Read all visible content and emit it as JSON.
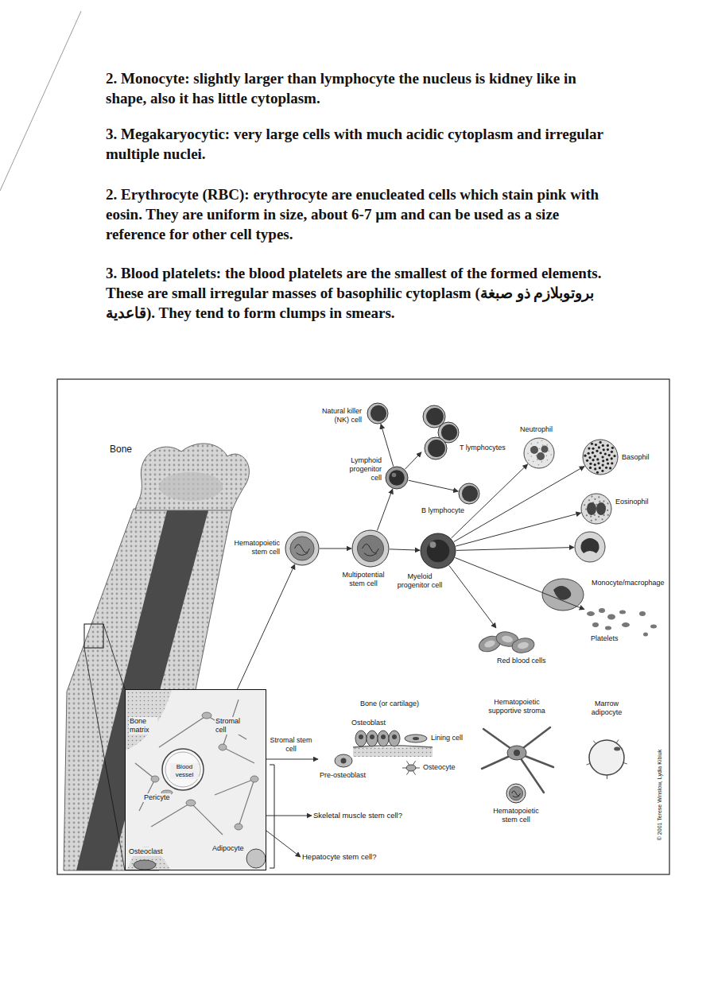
{
  "diagram": {
    "nodes": [
      {
        "text": [
          "Natural killer (NK) cell"
        ]
      },
      {
        "text": [
          "T lymphocytes"
        ]
      },
      {
        "text": [
          "Lymphoid progenitor cell"
        ]
      },
      {
        "text": [
          "Neutrophil"
        ]
      },
      {
        "text": [
          "Basophil"
        ]
      },
      {
        "text": [
          "B lymphocyte"
        ]
      },
      {
        "text": [
          "Eosinophil"
        ]
      },
      {
        "text": [
          "Hematopoietic stem cell"
        ]
      },
      {
        "text": [
          "Multipotential stem cell"
        ]
      },
      {
        "text": [
          "Myeloid progenitor cell"
        ]
      },
      {
        "text": [
          "Monocyte/macrophage"
        ]
      },
      {
        "text": [
          "Platelets"
        ]
      },
      {
        "text": [
          "Red blood cells"
        ]
      },
      {
        "text": [
          "Bone matrix",
          "Stromal cell",
          "Blood vessel",
          "Pericyte",
          "Osteoclast",
          "Adipocyte"
        ]
      },
      {
        "text": [
          "Bone (or cartilage)"
        ]
      },
      {
        "text": [
          "Osteoblast"
        ],
        "in": 14
      },
      {
        "text": [
          "Lining cell"
        ],
        "in": 14
      },
      {
        "text": [
          "Osteocyte"
        ],
        "in": 14
      },
      {
        "text": [
          "Pre-osteoblast"
        ],
        "in": 14
      },
      {
        "text": [
          "Hematopoietic supportive stroma"
        ]
      },
      {
        "text": [
          "Hematopoietic stem cell"
        ],
        "in": 19
      },
      {
        "text": [
          "Marrow adipocyte"
        ]
      },
      {
        "text": [
          "Skeletal muscle stem cell?"
        ]
      },
      {
        "text": [
          "Hepatocyte stem cell?"
        ]
      }
    ],
    "edges": [
      {
        "from": 7,
        "to": 8,
        "arrow": "to"
      },
      {
        "from": 8,
        "to": 2,
        "arrow": "to"
      },
      {
        "from": 8,
        "to": 9,
        "arrow": "to"
      },
      {
        "from": 2,
        "to": 0,
        "arrow": "to"
      },
      {
        "from": 2,
        "to": 1,
        "arrow": "to"
      },
      {
        "from": 2,
        "to": 5,
        "arrow": "to"
      },
      {
        "from": 9,
        "to": 3,
        "arrow": "to"
      },
      {
        "from": 9,
        "to": 4,
        "arrow": "to"
      },
      {
        "from": 9,
        "to": 6,
        "arrow": "to"
      },
      {
        "from": 9,
        "to": 10,
        "arrow": "to"
      },
      {
        "from": 9,
        "to": 11,
        "arrow": "to"
      },
      {
        "from": 9,
        "to": 12,
        "arrow": "to"
      },
      {
        "from": 13,
        "to": 7,
        "arrow": "to"
      },
      {
        "from": 13,
        "to": 14,
        "label": "Stromal stem cell",
        "arrow": "to"
      },
      {
        "from": 13,
        "to": 22,
        "arrow": "to"
      },
      {
        "from": 13,
        "to": 23,
        "arrow": "to"
      }
    ],
    "labels": [
      "2. Monocyte: slightly larger than lymphocyte the nucleus is kidney like in shape, also it has little cytoplasm.",
      "3. Megakaryocytic: very large cells with much acidic cytoplasm and irregular multiple nuclei.",
      "2. Erythrocyte (RBC): erythrocyte are enucleated cells which stain pink with eosin. They are uniform in size, about 6-7 µm and can be used as a size reference for other cell types.",
      "3. Blood platelets: the blood platelets are the smallest of the formed elements. These are small irregular masses of basophilic cytoplasm (بروتوبلازم ذو صبغة قاعدية). They tend to form clumps in smears.",
      "Bone",
      "© 2001 Terese Winslow, Lydia Kibiuk"
    ]
  }
}
